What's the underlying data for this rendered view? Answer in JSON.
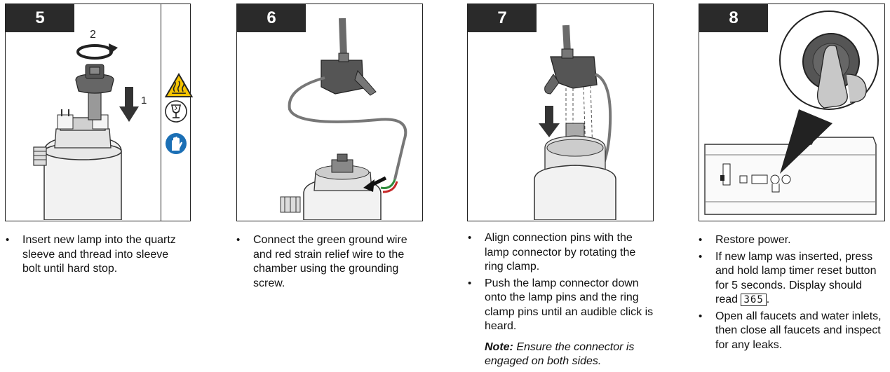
{
  "steps": [
    {
      "number": "5",
      "rotation_label": "2",
      "push_label": "1",
      "bullets": [
        "Insert new lamp into the quartz sleeve and thread into sleeve bolt until hard stop."
      ]
    },
    {
      "number": "6",
      "bullets": [
        "Connect the green ground wire and red strain relief wire to the chamber using the grounding screw."
      ]
    },
    {
      "number": "7",
      "bullets": [
        "Align connection pins with the lamp connector by rotating the ring clamp.",
        "Push the lamp connector down onto the lamp pins and the ring clamp pins until an audible click is heard."
      ],
      "note_label": "Note:",
      "note_text": " Ensure the connector is engaged on both sides."
    },
    {
      "number": "8",
      "bullets": [
        "Restore power.",
        "If new lamp was inserted, press and hold lamp timer reset button for 5 seconds. Display should read"
      ],
      "display_value": "365",
      "bullets_after": [
        "Open all faucets and water inlets, then close all faucets and inspect for any leaks."
      ]
    }
  ],
  "safety_icons": [
    "hot-surface-warning-icon",
    "fragile-glass-icon",
    "wear-gloves-icon"
  ],
  "colors": {
    "badge": "#2a2a2a",
    "warning_yellow": "#f5c400",
    "mandatory_blue": "#1b6fb5",
    "wire_green": "#2e8b3c",
    "wire_red": "#c62828",
    "metal_grey": "#9a9a9a"
  }
}
